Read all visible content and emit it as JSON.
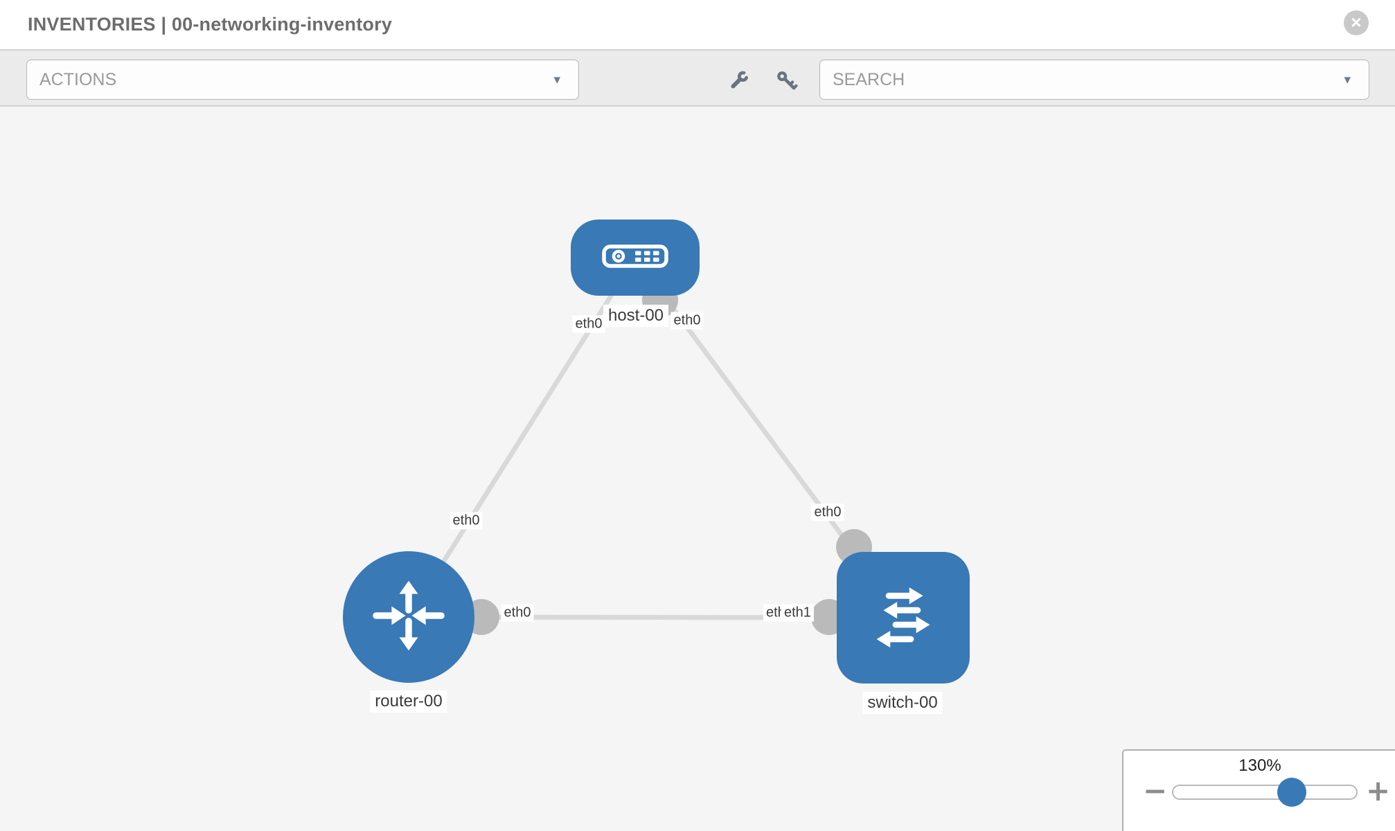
{
  "window": {
    "title": "INVENTORIES | 00-networking-inventory"
  },
  "glyphs": {
    "close": "×",
    "caret_down": "▾"
  },
  "toolbar": {
    "actions": {
      "label": "ACTIONS"
    },
    "search": {
      "placeholder": "SEARCH"
    },
    "tools": [
      {
        "icon": "wrench-icon"
      },
      {
        "icon": "key-icon"
      }
    ]
  },
  "topology": {
    "nodes": [
      {
        "id": "host-00",
        "type": "host",
        "label": "host-00"
      },
      {
        "id": "router-00",
        "type": "router",
        "label": "router-00"
      },
      {
        "id": "switch-00",
        "type": "switch",
        "label": "switch-00"
      }
    ],
    "links": [
      {
        "from": "host-00",
        "from_interface": "eth0",
        "to": "router-00",
        "to_interface": "eth0"
      },
      {
        "from": "host-00",
        "from_interface": "eth0",
        "to": "switch-00",
        "to_interface": "eth0"
      },
      {
        "from": "router-00",
        "from_interface": "eth0",
        "to": "switch-00",
        "to_interface": "eth1"
      }
    ],
    "labels": {
      "host": "host-00",
      "router": "router-00",
      "switch": "switch-00",
      "host_left_if": "eth0",
      "host_right_if": "eth0",
      "router_top_if": "eth0",
      "router_right_if": "eth0",
      "switch_top_if": "eth0",
      "switch_left_if_under": "eth0",
      "switch_left_if_over": "eth1"
    }
  },
  "zoom": {
    "level": "130%",
    "percent": 130,
    "minus": "−",
    "plus": "+"
  },
  "colors": {
    "node_blue": "#3879b6",
    "link_gray": "#d9d9d9",
    "port_gray": "#bababa",
    "toolbar_bg": "#ebebeb",
    "canvas_bg": "#f5f5f5"
  }
}
